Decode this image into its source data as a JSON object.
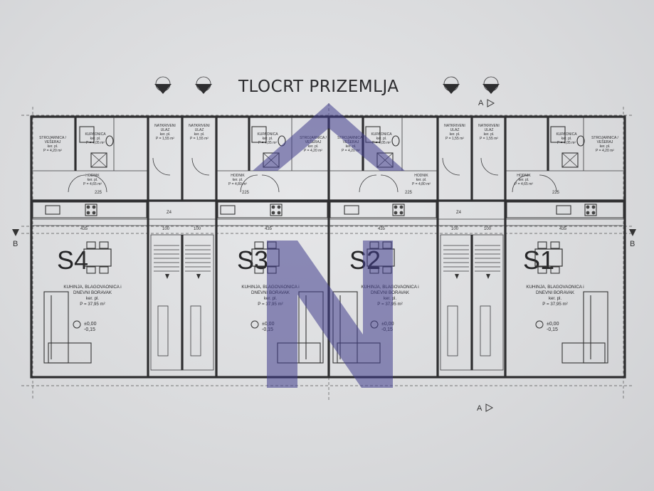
{
  "title": "TLOCRT PRIZEMLJA",
  "section_marks": {
    "a": "A",
    "b": "B"
  },
  "units": [
    {
      "id": "S4",
      "living": [
        "KUHINJA, BLAGOVAONICA i",
        "DNEVNI BORAVAK",
        "ker. pl.",
        "P = 37,95 m²"
      ],
      "levels": [
        "±0,00",
        "-0,15"
      ],
      "bath": [
        "KUPAONICA",
        "ker. pl.",
        "P = 4,05 m²"
      ],
      "utility": [
        "STROJARNICA /",
        "VEŠERAJ",
        "ker. pl.",
        "P = 4,20 m²"
      ],
      "hall": [
        "HODNIK",
        "ker. pl.",
        "P = 4,65 m²"
      ],
      "entry": [
        "NATKRIVENI",
        "ULAZ",
        "ker. pl.",
        "P = 1,55 m²"
      ]
    },
    {
      "id": "S3",
      "living": [
        "KUHINJA, BLAGOVAONICA i",
        "DNEVNI BORAVAK",
        "ker. pl.",
        "P = 37,95 m²"
      ],
      "levels": [
        "±0,00",
        "-0,15"
      ],
      "bath": [
        "KUPAONICA",
        "ker. pl.",
        "P = 4,05 m²"
      ],
      "utility": [
        "STROJARNICA /",
        "VEŠERAJ",
        "ker. pl.",
        "P = 4,20 m²"
      ],
      "hall": [
        "HODNIK",
        "ker. pl.",
        "P = 4,80 m²"
      ],
      "entry": [
        "NATKRIVENI",
        "ULAZ",
        "ker. pl.",
        "P = 1,55 m²"
      ]
    },
    {
      "id": "S2",
      "living": [
        "KUHINJA, BLAGOVAONICA i",
        "DNEVNI BORAVAK",
        "ker. pl.",
        "P = 37,95 m²"
      ],
      "levels": [
        "±0,00",
        "-0,15"
      ],
      "bath": [
        "KUPAONICA",
        "ker. pl.",
        "P = 4,05 m²"
      ],
      "utility": [
        "STROJARNICA /",
        "VEŠERAJ",
        "ker. pl.",
        "P = 4,20 m²"
      ],
      "hall": [
        "HODNIK",
        "ker. pl.",
        "P = 4,80 m²"
      ],
      "entry": [
        "NATKRIVENI",
        "ULAZ",
        "ker. pl.",
        "P = 1,55 m²"
      ]
    },
    {
      "id": "S1",
      "living": [
        "KUHINJA, BLAGOVAONICA i",
        "DNEVNI BORAVAK",
        "ker. pl.",
        "P = 37,95 m²"
      ],
      "levels": [
        "±0,00",
        "-0,15"
      ],
      "bath": [
        "KUPAONICA",
        "ker. pl.",
        "P = 4,05 m²"
      ],
      "utility": [
        "STROJARNICA /",
        "VEŠERAJ",
        "ker. pl.",
        "P = 4,20 m²"
      ],
      "hall": [
        "HODNIK",
        "ker. pl.",
        "P = 4,65 m²"
      ],
      "entry": [
        "NATKRIVENI",
        "ULAZ",
        "ker. pl.",
        "P = 1,55 m²"
      ]
    }
  ],
  "dimensions": {
    "living_width": "435",
    "corridor": "225",
    "stair_width": "100",
    "stair_label": "Z4"
  },
  "colors": {
    "wall": "#2e2e30",
    "north_arrow": "#3f3c8c"
  }
}
